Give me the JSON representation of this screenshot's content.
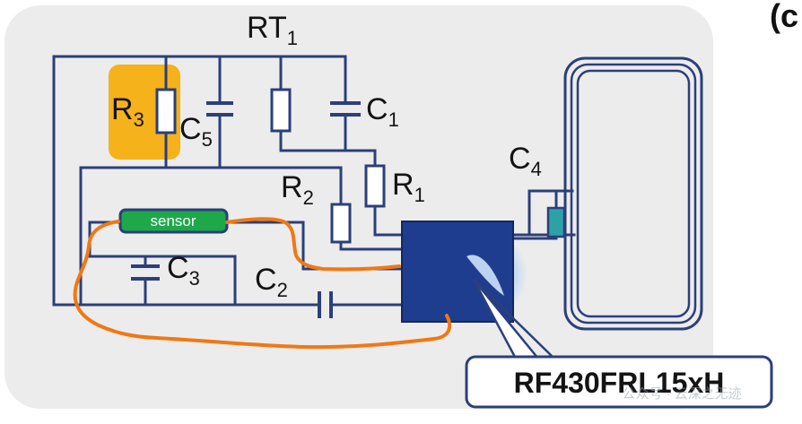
{
  "panel_letter": "(c",
  "labels": {
    "rt1_main": "RT",
    "rt1_sub": "1",
    "r3_main": "R",
    "r3_sub": "3",
    "c5_main": "C",
    "c5_sub": "5",
    "c1_main": "C",
    "c1_sub": "1",
    "r1_main": "R",
    "r1_sub": "1",
    "r2_main": "R",
    "r2_sub": "2",
    "c4_main": "C",
    "c4_sub": "4",
    "c3_main": "C",
    "c3_sub": "3",
    "c2_main": "C",
    "c2_sub": "2",
    "sensor": "sensor",
    "chip": "RF430FRL15xH"
  },
  "watermark": "公众号 · 云深之无迹",
  "colors": {
    "panel_bg": "#ececec",
    "wire": "#2b3f7a",
    "r3_highlight": "#f5b21b",
    "sensor_fill": "#1ea84a",
    "chip_fill": "#1f3d8f",
    "orange_trace": "#f07814",
    "c4_fill": "#2ea1a8"
  }
}
